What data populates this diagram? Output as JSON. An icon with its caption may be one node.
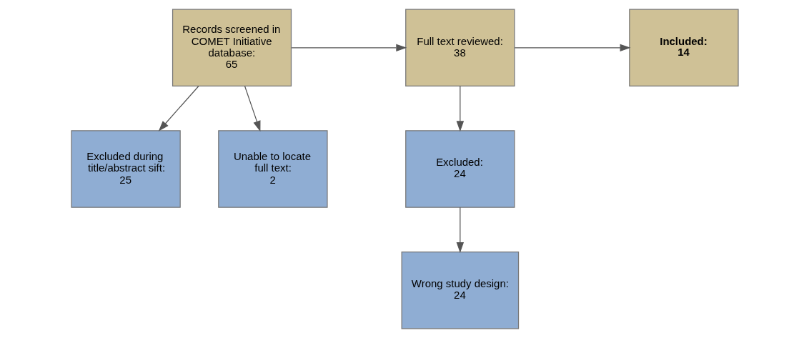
{
  "diagram": {
    "nodes": [
      {
        "text": [
          "Records screened in COMET Initiative database:",
          "65"
        ]
      },
      {
        "text": [
          "Full text reviewed:",
          "38"
        ]
      },
      {
        "text": [
          "Included:",
          "14"
        ]
      },
      {
        "text": [
          "Excluded during title/abstract sift:",
          "25"
        ]
      },
      {
        "text": [
          "Unable to locate full text:",
          "2"
        ]
      },
      {
        "text": [
          "Excluded:",
          "24"
        ]
      },
      {
        "text": [
          "Wrong study design:",
          "24"
        ]
      }
    ],
    "edges": [
      {
        "from": 0,
        "to": 1,
        "arrow": "to"
      },
      {
        "from": 1,
        "to": 2,
        "arrow": "to"
      },
      {
        "from": 0,
        "to": 3,
        "arrow": "to"
      },
      {
        "from": 0,
        "to": 4,
        "arrow": "to"
      },
      {
        "from": 1,
        "to": 5,
        "arrow": "to"
      },
      {
        "from": 5,
        "to": 6,
        "arrow": "to"
      }
    ]
  }
}
